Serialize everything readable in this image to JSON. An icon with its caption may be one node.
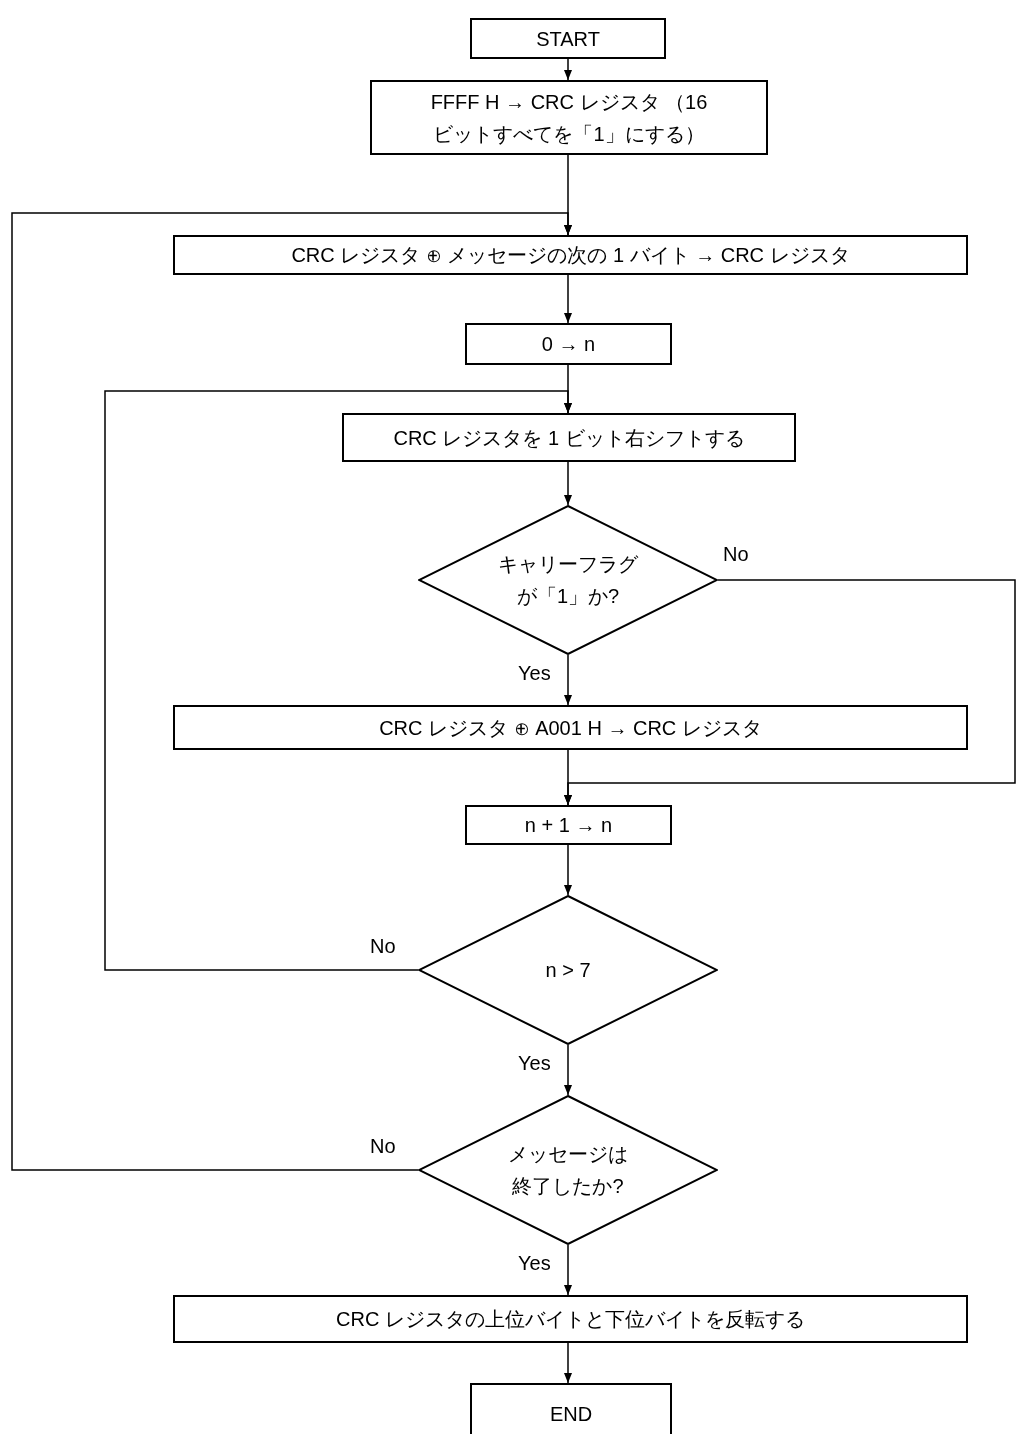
{
  "diagram": {
    "nodes": [
      {
        "text": [
          "START"
        ]
      },
      {
        "text": [
          "FFFF H → CRC レジスタ （16 ビットすべてを「1」にする）"
        ]
      },
      {
        "text": [
          "CRC レジスタ ⊕ メッセージの次の 1 バイト → CRC レジスタ"
        ]
      },
      {
        "text": [
          "0 → n"
        ]
      },
      {
        "text": [
          "CRC レジスタを 1 ビット右シフトする"
        ]
      },
      {
        "text": [
          "キャリーフラグが「1」か?"
        ]
      },
      {
        "text": [
          "CRC レジスタ ⊕ A001 H → CRC レジスタ"
        ]
      },
      {
        "text": [
          "n + 1 → n"
        ]
      },
      {
        "text": [
          "n > 7"
        ]
      },
      {
        "text": [
          "メッセージは終了したか?"
        ]
      },
      {
        "text": [
          "CRC レジスタの上位バイトと下位バイトを反転する"
        ]
      },
      {
        "text": [
          "END"
        ]
      }
    ],
    "edges": [
      {
        "from": 0,
        "to": 1,
        "arrow": "to"
      },
      {
        "from": 1,
        "to": 2,
        "arrow": "to"
      },
      {
        "from": 2,
        "to": 3,
        "arrow": "to"
      },
      {
        "from": 3,
        "to": 4,
        "arrow": "to"
      },
      {
        "from": 4,
        "to": 5,
        "arrow": "to"
      },
      {
        "from": 5,
        "to": 6,
        "arrow": "to",
        "label": "Yes"
      },
      {
        "from": 5,
        "to": 7,
        "arrow": "to",
        "label": "No"
      },
      {
        "from": 6,
        "to": 7,
        "arrow": "to"
      },
      {
        "from": 7,
        "to": 8,
        "arrow": "to"
      },
      {
        "from": 8,
        "to": 4,
        "arrow": "to",
        "label": "No"
      },
      {
        "from": 8,
        "to": 9,
        "arrow": "to",
        "label": "Yes"
      },
      {
        "from": 9,
        "to": 2,
        "arrow": "to",
        "label": "No"
      },
      {
        "from": 9,
        "to": 10,
        "arrow": "to",
        "label": "Yes"
      },
      {
        "from": 10,
        "to": 11,
        "arrow": "to"
      }
    ]
  }
}
